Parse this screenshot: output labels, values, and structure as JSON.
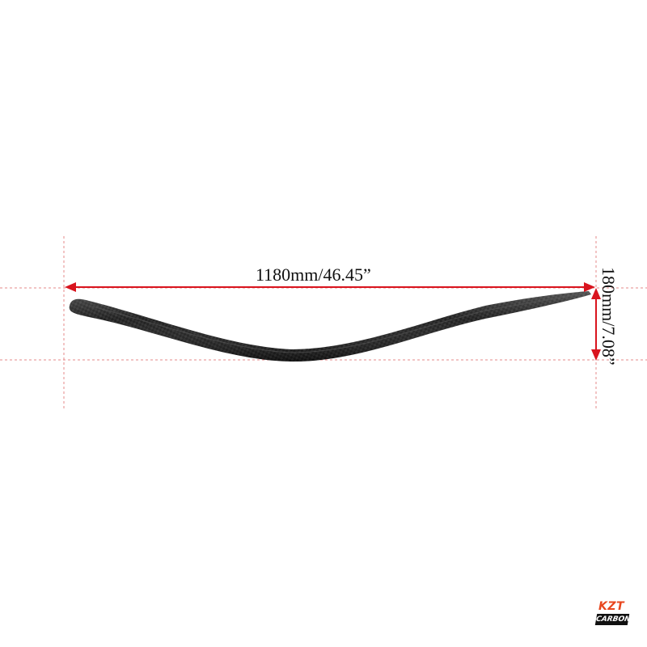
{
  "dimensions": {
    "width_text": "1180mm/46.45”",
    "height_text": "180mm/7.08”"
  },
  "logo": {
    "brand_top": "KZT",
    "brand_bottom": "CARBON",
    "accent_color": "#e8461e"
  },
  "colors": {
    "arrow": "#d9141e",
    "guide_lines": "#e58a8a",
    "part": "#1b1b1b"
  },
  "product": {
    "part_icon": "carbon-fiber-splitter-icon"
  }
}
